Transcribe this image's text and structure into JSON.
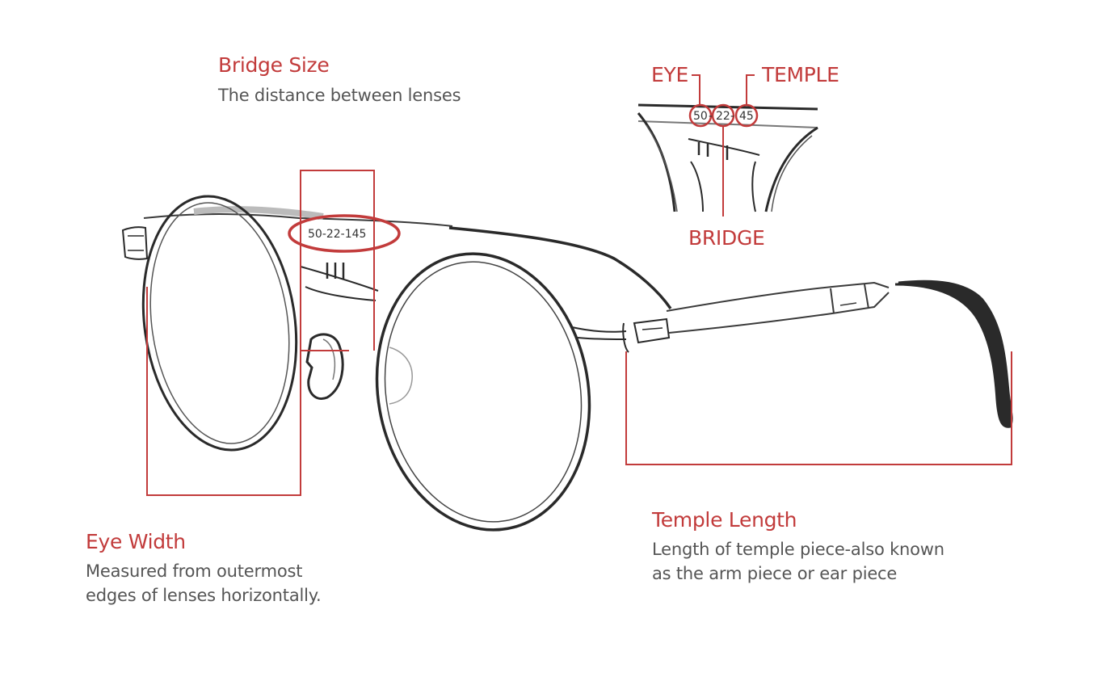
{
  "bridge": {
    "title": "Bridge Size",
    "description": "The distance between lenses"
  },
  "eye": {
    "title": "Eye Width",
    "description_line1": "Measured from outermost",
    "description_line2": "edges of lenses horizontally."
  },
  "temple": {
    "title": "Temple Length",
    "description_line1": "Length of temple piece-also known",
    "description_line2": "as the arm piece or ear piece"
  },
  "inset": {
    "eye_label": "EYE",
    "temple_label": "TEMPLE",
    "bridge_label": "BRIDGE",
    "code_eye": "50",
    "code_bridge": "22",
    "code_temple": "45",
    "code_sep": "-"
  },
  "frame_code": "50-22-145",
  "colors": {
    "accent": "#c23b3b",
    "text": "#555555",
    "line": "#2a2a2a"
  }
}
